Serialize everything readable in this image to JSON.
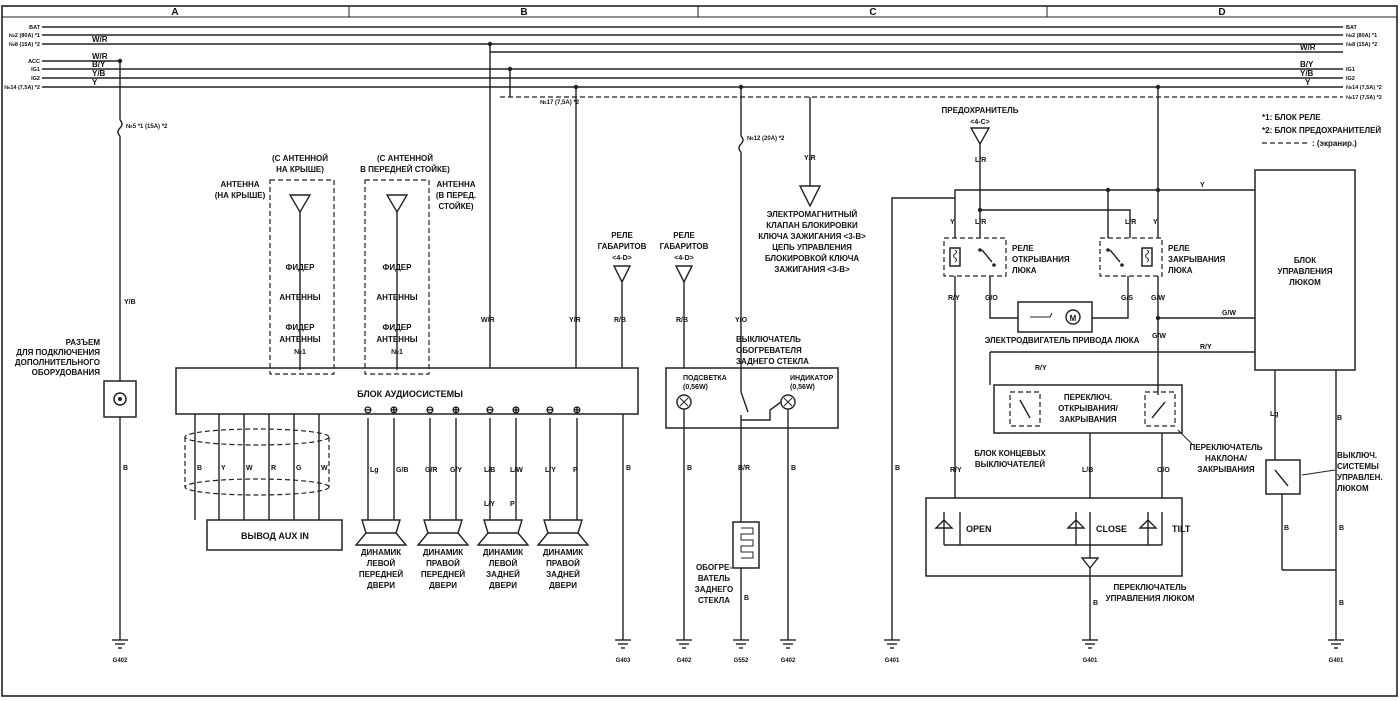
{
  "columns": [
    "A",
    "B",
    "C",
    "D"
  ],
  "bus_left": [
    {
      "label": "BAT",
      "wire": ""
    },
    {
      "label": "№2 (80A) *1",
      "wire": ""
    },
    {
      "label": "№8 (15A) *2",
      "wire": "W/R"
    },
    {
      "label": "ACC",
      "wire": "W/R"
    },
    {
      "label": "IG1",
      "wire": "B/Y"
    },
    {
      "label": "IG2",
      "wire": "Y/B"
    },
    {
      "label": "№14 (7,5A) *2",
      "wire": "Y"
    }
  ],
  "bus_right": [
    {
      "label": "BAT",
      "wire": ""
    },
    {
      "label": "№2 (80A) *1",
      "wire": ""
    },
    {
      "label": "№8 (15A) *2",
      "wire": "W/R"
    },
    {
      "label": "IG1",
      "wire": "B/Y"
    },
    {
      "label": "IG2",
      "wire": "Y/B"
    },
    {
      "label": "№14 (7,5A) *2",
      "wire": "Y"
    },
    {
      "label": "№17 (7,5A) *2",
      "wire": ""
    }
  ],
  "fuses": {
    "f5": "№5 *1 (15A) *2",
    "f17": "№17 (7,5A) *2",
    "f12": "№12 (20A) *2"
  },
  "legend": {
    "l1": "*1: БЛОК РЕЛЕ",
    "l2": "*2: БЛОК ПРЕДОХРАНИТЕЛЕЙ",
    "l3": ": (экранир.)"
  },
  "wires": {
    "yb_left": "Y/B",
    "wr_mid": "W/R",
    "yr_mid": "Y/R",
    "rb1": "R/B",
    "rb2": "R/B",
    "yo": "Y/O",
    "yr_c": "Y/R",
    "b_a": "B",
    "b_c1": "B",
    "b_c2": "B",
    "b_c3": "B",
    "br": "B/R",
    "b_heater": "B",
    "lr": "L/R",
    "y_top": "Y",
    "y_l": "Y",
    "lr_l": "L/R",
    "lr_r": "L/R",
    "y_r": "Y",
    "ry1": "R/Y",
    "go": "G/O",
    "gs": "G/S",
    "gw": "G/W",
    "gw2": "G/W",
    "gw3": "G/W",
    "ry2": "R/Y",
    "ry3": "R/Y",
    "ry4": "R/Y",
    "lb": "L/B",
    "oo": "O/O",
    "lg": "Lg",
    "b_d1": "B",
    "b_d2": "B",
    "b_d3": "B",
    "b_d4": "B",
    "b_d5": "B",
    "b_d6": "B"
  },
  "aux_wires": [
    "B",
    "Y",
    "W",
    "R",
    "G",
    "W"
  ],
  "speaker_wires": [
    "Lg",
    "G/B",
    "G/R",
    "G/Y",
    "L/B",
    "L/W",
    "L/Y",
    "P"
  ],
  "speaker_wires_low": [
    "L/Y",
    "P"
  ],
  "antenna": {
    "roof_header_1": "(С АНТЕННОЙ",
    "roof_header_2": "НА КРЫШЕ)",
    "pillar_header_1": "(С АНТЕННОЙ",
    "pillar_header_2": "В ПЕРЕДНЕЙ СТОЙКЕ)",
    "roof_label_1": "АНТЕННА",
    "roof_label_2": "(НА КРЫШЕ)",
    "pillar_label_1": "АНТЕННА",
    "pillar_label_2": "(В ПЕРЕД.",
    "pillar_label_3": "СТОЙКЕ)",
    "feeder_a_1": "ФИДЕР",
    "feeder_a_2": "АНТЕННЫ",
    "feeder_b_1": "ФИДЕР",
    "feeder_b_2": "АНТЕННЫ",
    "feeder_b_3": "№1",
    "feeder_c_1": "ФИДЕР",
    "feeder_c_2": "АНТЕННЫ",
    "feeder_d_1": "ФИДЕР",
    "feeder_d_2": "АНТЕННЫ",
    "feeder_d_3": "№1"
  },
  "audio_unit": "БЛОК АУДИОСИСТЕМЫ",
  "aux_in": "ВЫВОД AUX IN",
  "connector": [
    "РАЗЪЕМ",
    "ДЛЯ ПОДКЛЮЧЕНИЯ",
    "ДОПОЛНИТЕЛЬНОГО",
    "ОБОРУДОВАНИЯ"
  ],
  "speakers": [
    [
      "ДИНАМИК",
      "ЛЕВОЙ",
      "ПЕРЕДНЕЙ",
      "ДВЕРИ"
    ],
    [
      "ДИНАМИК",
      "ПРАВОЙ",
      "ПЕРЕДНЕЙ",
      "ДВЕРИ"
    ],
    [
      "ДИНАМИК",
      "ЛЕВОЙ",
      "ЗАДНЕЙ",
      "ДВЕРИ"
    ],
    [
      "ДИНАМИК",
      "ПРАВОЙ",
      "ЗАДНЕЙ",
      "ДВЕРИ"
    ]
  ],
  "relay_gab": [
    {
      "l1": "РЕЛЕ",
      "l2": "ГАБАРИТОВ",
      "ref": "<4-D>"
    },
    {
      "l1": "РЕЛЕ",
      "l2": "ГАБАРИТОВ",
      "ref": "<4-D>"
    }
  ],
  "rear_defog": {
    "switch": [
      "ВЫКЛЮЧАТЕЛЬ",
      "ОБОГРЕВАТЕЛЯ",
      "ЗАДНЕГО СТЕКЛА"
    ],
    "backlight_1": "ПОДСВЕТКА",
    "backlight_2": "(0,56W)",
    "indicator_1": "ИНДИКАТОР",
    "indicator_2": "(0,56W)",
    "heater": [
      "ОБОГРЕ-",
      "ВАТЕЛЬ",
      "ЗАДНЕГО",
      "СТЕКЛА"
    ]
  },
  "solenoid": [
    "ЭЛЕКТРОМАГНИТНЫЙ",
    "КЛАПАН БЛОКИРОВКИ",
    "КЛЮЧА ЗАЖИГАНИЯ <3-B>",
    "ЦЕПЬ УПРАВЛЕНИЯ",
    "БЛОКИРОВКОЙ КЛЮЧА",
    "ЗАЖИГАНИЯ <3-B>"
  ],
  "sunroof": {
    "fuse_title": "ПРЕДОХРАНИТЕЛЬ",
    "fuse_ref": "<4-C>",
    "relay_open": [
      "РЕЛЕ",
      "ОТКРЫВАНИЯ",
      "ЛЮКА"
    ],
    "relay_close": [
      "РЕЛЕ",
      "ЗАКРЫВАНИЯ",
      "ЛЮКА"
    ],
    "control_unit": [
      "БЛОК",
      "УПРАВЛЕНИЯ",
      "ЛЮКОМ"
    ],
    "motor": "ЭЛЕКТРОДВИГАТЕЛЬ ПРИВОДА ЛЮКА",
    "sw_open_close": [
      "ПЕРЕКЛЮЧ.",
      "ОТКРЫВАНИЯ/",
      "ЗАКРЫВАНИЯ"
    ],
    "limit_block": [
      "БЛОК КОНЦЕВЫХ",
      "ВЫКЛЮЧАТЕЛЕЙ"
    ],
    "tilt_switch": [
      "ПЕРЕКЛЮЧАТЕЛЬ",
      "НАКЛОНА/",
      "ЗАКРЫВАНИЯ"
    ],
    "control_switch": [
      "ПЕРЕКЛЮЧАТЕЛЬ",
      "УПРАВЛЕНИЯ ЛЮКОМ"
    ],
    "master_switch": [
      "ВЫКЛЮЧ.",
      "СИСТЕМЫ",
      "УПРАВЛЕН.",
      "ЛЮКОМ"
    ],
    "open": "OPEN",
    "close": "CLOSE",
    "tilt": "TILT"
  },
  "grounds": [
    "G402",
    "G403",
    "G402",
    "G552",
    "G402",
    "G401",
    "G401",
    "G401"
  ]
}
